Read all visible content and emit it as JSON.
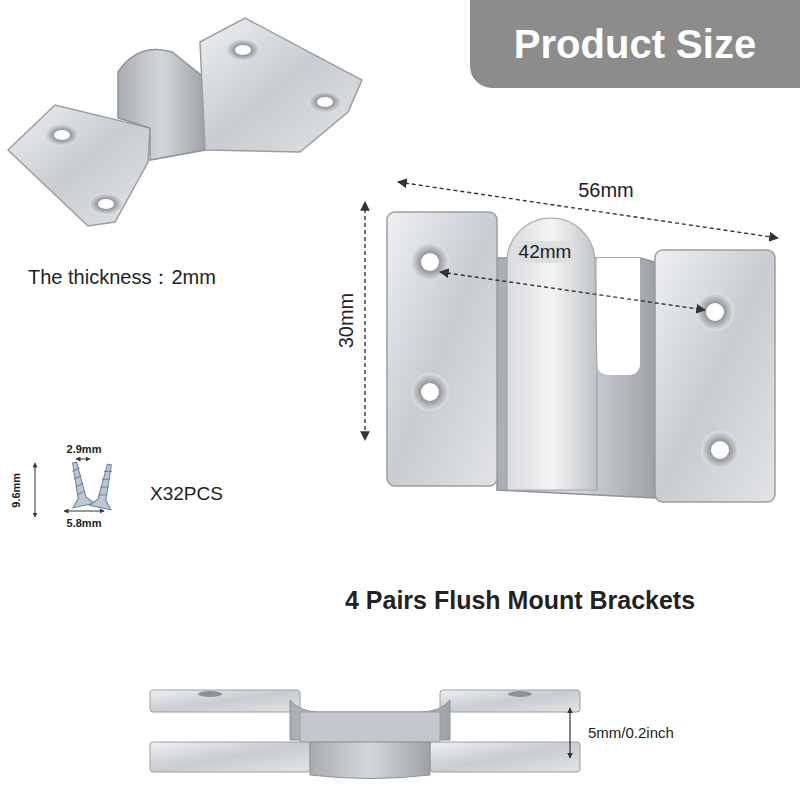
{
  "diagram": {
    "nodes": [
      {
        "text": [
          "Product Size"
        ]
      }
    ],
    "labels": [
      "The thickness：2mm",
      "56mm",
      "42mm",
      "30mm",
      "2.9mm",
      "9.6mm",
      "5.8mm",
      "X32PCS",
      "4 Pairs Flush Mount Brackets",
      "5mm/0.2inch"
    ]
  }
}
